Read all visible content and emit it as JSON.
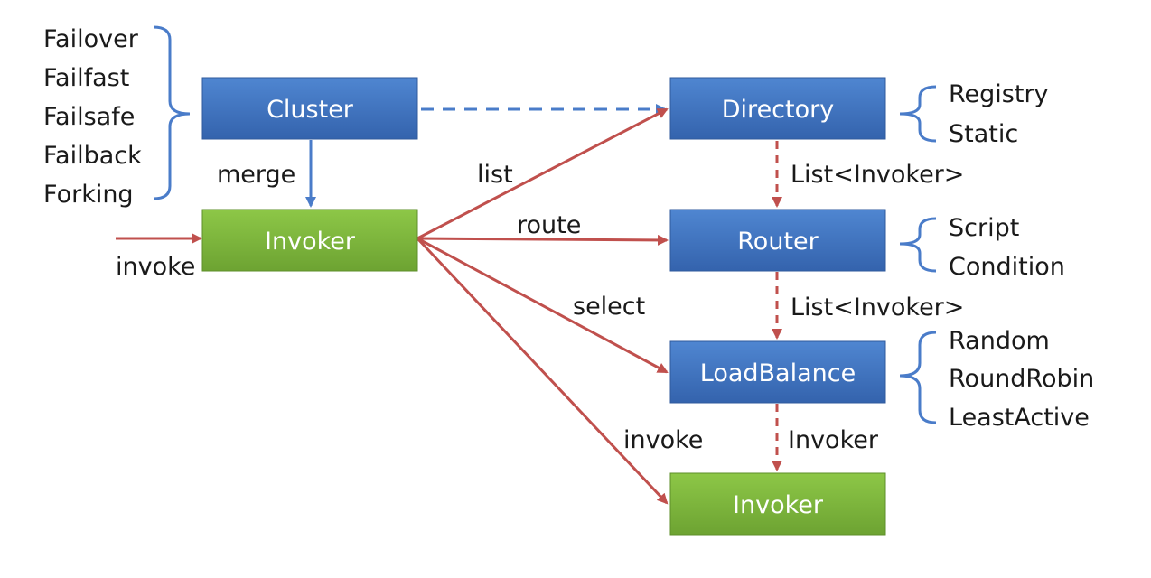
{
  "colors": {
    "blue_box": "#3b6fbd",
    "blue_box_light": "#4f86d1",
    "green_box": "#77b03a",
    "green_box_light": "#8cc544",
    "red_arrow": "#c0504d",
    "blue_arrow": "#4a7cc9",
    "text": "#1a1a1a"
  },
  "cluster_strategies": [
    "Failover",
    "Failfast",
    "Failsafe",
    "Failback",
    "Forking"
  ],
  "nodes": {
    "cluster": "Cluster",
    "invoker": "Invoker",
    "directory": "Directory",
    "router": "Router",
    "loadbalance": "LoadBalance",
    "invoker_result": "Invoker"
  },
  "edge_labels": {
    "merge": "merge",
    "invoke_in": "invoke",
    "list": "list",
    "route": "route",
    "select": "select",
    "invoke_out": "invoke",
    "directory_to_router": "List<Invoker>",
    "router_to_loadbalance": "List<Invoker>",
    "loadbalance_to_invoker": "Invoker"
  },
  "directory_types": [
    "Registry",
    "Static"
  ],
  "router_types": [
    "Script",
    "Condition"
  ],
  "loadbalance_types": [
    "Random",
    "RoundRobin",
    "LeastActive"
  ]
}
